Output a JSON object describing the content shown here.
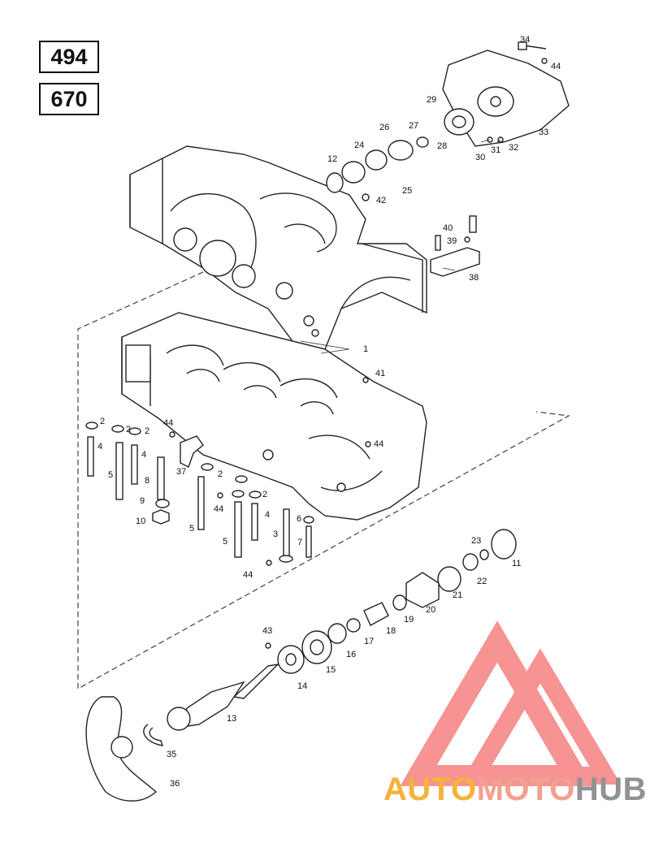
{
  "diagram": {
    "codes": [
      "494",
      "670"
    ],
    "brand": {
      "part1": "AUTO",
      "part2": "MOTO",
      "part3": "HUB"
    },
    "callouts": [
      {
        "id": "c34",
        "text": "34"
      },
      {
        "id": "c44a",
        "text": "44"
      },
      {
        "id": "c29",
        "text": "29"
      },
      {
        "id": "c33",
        "text": "33"
      },
      {
        "id": "c26",
        "text": "26"
      },
      {
        "id": "c27",
        "text": "27"
      },
      {
        "id": "c28",
        "text": "28"
      },
      {
        "id": "c30",
        "text": "30"
      },
      {
        "id": "c31",
        "text": "31"
      },
      {
        "id": "c32",
        "text": "32"
      },
      {
        "id": "c24",
        "text": "24"
      },
      {
        "id": "c12",
        "text": "12"
      },
      {
        "id": "c25",
        "text": "25"
      },
      {
        "id": "c42",
        "text": "42"
      },
      {
        "id": "c40",
        "text": "40"
      },
      {
        "id": "c39",
        "text": "39"
      },
      {
        "id": "c38",
        "text": "38"
      },
      {
        "id": "c1",
        "text": "1"
      },
      {
        "id": "c41",
        "text": "41"
      },
      {
        "id": "c2a",
        "text": "2"
      },
      {
        "id": "c2b",
        "text": "2"
      },
      {
        "id": "c2c",
        "text": "2"
      },
      {
        "id": "c44b",
        "text": "44"
      },
      {
        "id": "c4a",
        "text": "4"
      },
      {
        "id": "c5a",
        "text": "5"
      },
      {
        "id": "c4b",
        "text": "4"
      },
      {
        "id": "c8",
        "text": "8"
      },
      {
        "id": "c37",
        "text": "37"
      },
      {
        "id": "c9",
        "text": "9"
      },
      {
        "id": "c10",
        "text": "10"
      },
      {
        "id": "c44c",
        "text": "44"
      },
      {
        "id": "c2d",
        "text": "2"
      },
      {
        "id": "c2e",
        "text": "2"
      },
      {
        "id": "c44d",
        "text": "44"
      },
      {
        "id": "c5b",
        "text": "5"
      },
      {
        "id": "c5c",
        "text": "5"
      },
      {
        "id": "c4c",
        "text": "4"
      },
      {
        "id": "c3",
        "text": "3"
      },
      {
        "id": "c6",
        "text": "6"
      },
      {
        "id": "c7",
        "text": "7"
      },
      {
        "id": "c44e",
        "text": "44"
      },
      {
        "id": "c23",
        "text": "23"
      },
      {
        "id": "c11",
        "text": "11"
      },
      {
        "id": "c22",
        "text": "22"
      },
      {
        "id": "c21",
        "text": "21"
      },
      {
        "id": "c20",
        "text": "20"
      },
      {
        "id": "c19",
        "text": "19"
      },
      {
        "id": "c18",
        "text": "18"
      },
      {
        "id": "c17",
        "text": "17"
      },
      {
        "id": "c16",
        "text": "16"
      },
      {
        "id": "c15",
        "text": "15"
      },
      {
        "id": "c43",
        "text": "43"
      },
      {
        "id": "c14",
        "text": "14"
      },
      {
        "id": "c13",
        "text": "13"
      },
      {
        "id": "c35",
        "text": "35"
      },
      {
        "id": "c36",
        "text": "36"
      }
    ]
  }
}
